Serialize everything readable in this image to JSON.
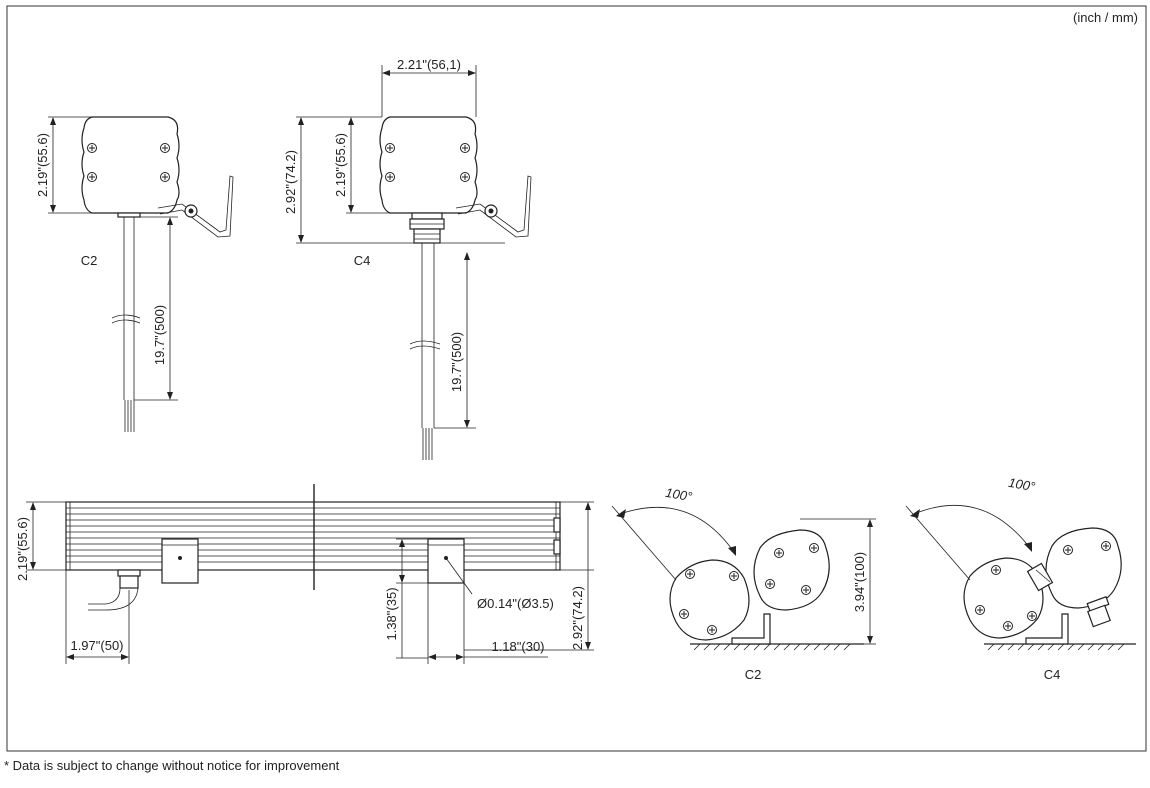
{
  "units_label": "(inch / mm)",
  "footnote": "* Data is subject to change without notice for improvement",
  "views": {
    "c2_front": {
      "label": "C2",
      "dim_height": "2.19\"(55.6)",
      "dim_cable": "19.7\"(500)"
    },
    "c4_front": {
      "label": "C4",
      "dim_width": "2.21\"(56,1)",
      "dim_total_height": "2.92\"(74.2)",
      "dim_height": "2.19\"(55.6)",
      "dim_cable": "19.7\"(500)"
    },
    "side": {
      "dim_height": "2.19\"(55.6)",
      "dim_connector_offset": "1.97\"(50)",
      "dim_bracket_height": "1.38\"(35)",
      "dim_hole": "Ø0.14\"(Ø3.5)",
      "dim_bracket_offset": "1.18\"(30)",
      "dim_total_height": "2.92\"(74.2)"
    },
    "c2_tilt": {
      "label": "C2",
      "angle": "100°",
      "dim_height": "3.94\"(100)"
    },
    "c4_tilt": {
      "label": "C4",
      "angle": "100°"
    }
  }
}
